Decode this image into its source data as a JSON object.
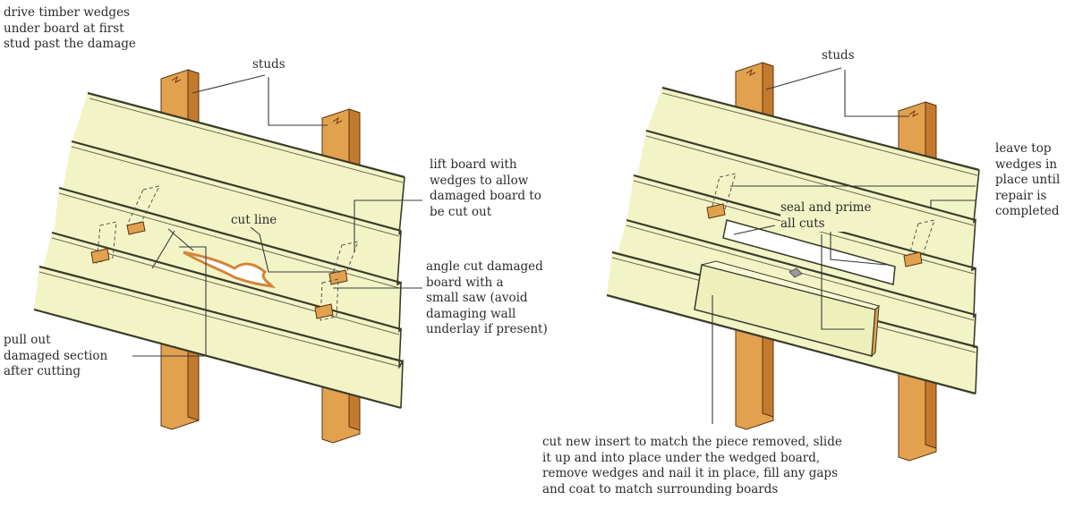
{
  "colors": {
    "board": "#f3f4c6",
    "board_edge": "#3a3a2a",
    "stud": "#e2a14f",
    "stud_dark": "#b06a22",
    "leader": "#3a3a3a",
    "damage": "#d98a3a"
  },
  "left_diagram": {
    "labels": {
      "wedges_note": "drive timber wedges\nunder board at first\nstud past the damage",
      "studs": "studs",
      "lift_board": "lift board with\nwedges to allow\ndamaged board to\nbe cut out",
      "cut_line": "cut line",
      "angle_cut": "angle cut damaged\nboard with a\nsmall saw  (avoid\ndamaging wall\nunderlay if present)",
      "pull_out": "pull out\ndamaged section\nafter cutting"
    }
  },
  "right_diagram": {
    "labels": {
      "studs": "studs",
      "leave_top": "leave top\nwedges in\nplace until\nrepair is\ncompleted",
      "seal_prime": "seal and prime\nall cuts",
      "insert_note": "cut new insert to match the piece removed, slide\nit up and into place under the wedged board,\nremove wedges and nail it in place, fill any gaps\nand coat to match surrounding boards"
    }
  }
}
